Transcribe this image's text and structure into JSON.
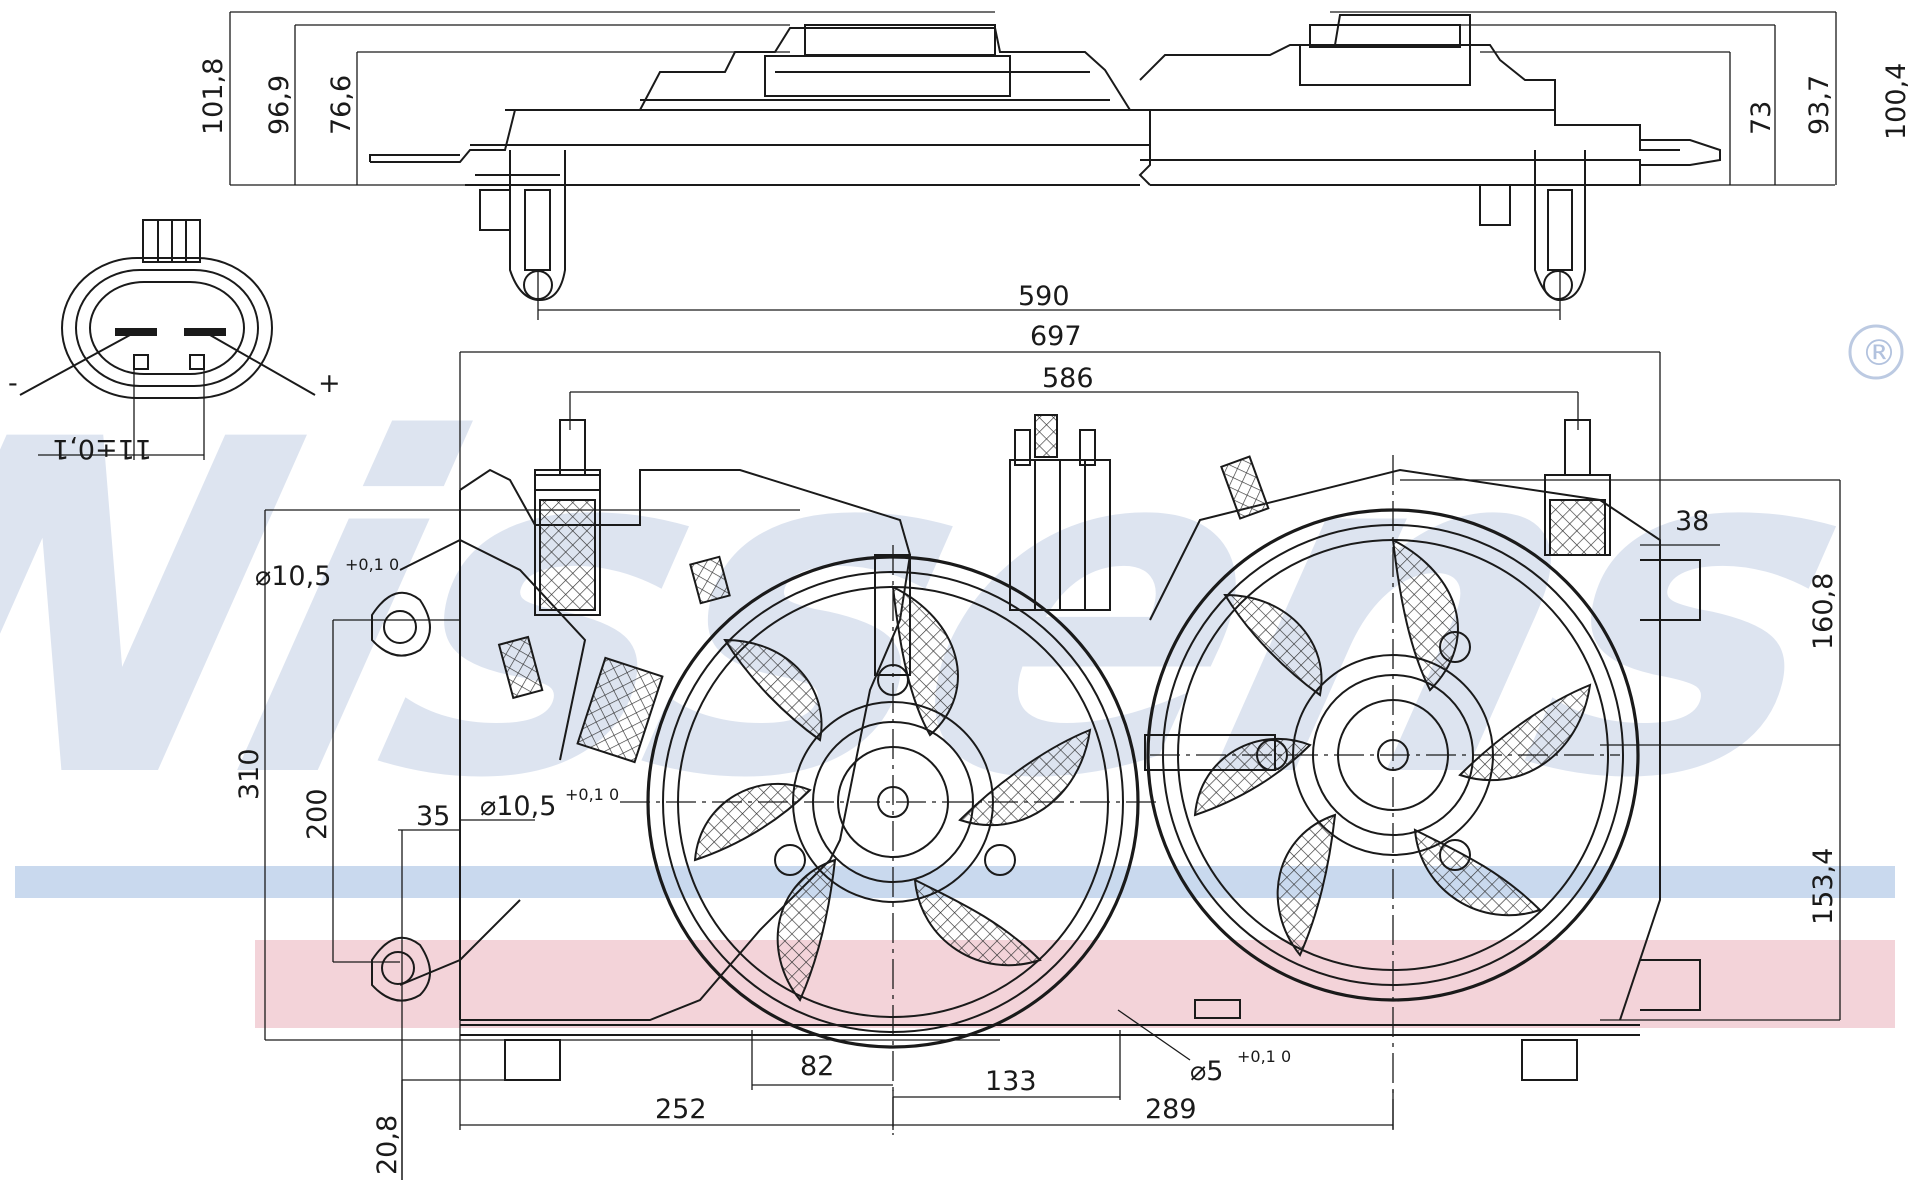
{
  "watermark": {
    "text": "Nissens",
    "registered_mark": "®"
  },
  "stripe_colors": {
    "blue": "#c9d9ee",
    "red": "#f3d3d9"
  },
  "top_view": {
    "dims_left": [
      "101,8",
      "96,9",
      "76,6"
    ],
    "dims_right": [
      "73",
      "93,7",
      "100,4"
    ],
    "width": "590"
  },
  "connector": {
    "polarity_minus": "-",
    "polarity_plus": "+",
    "pin_spacing": "11±0,1"
  },
  "front_view": {
    "overall_width": "697",
    "mount_spacing": "586",
    "height_total": "310",
    "height_mount": "200",
    "offset_35": "35",
    "hole_upper": {
      "prefix": "⌀10,5",
      "tol": "+0,1 0"
    },
    "hole_lower": {
      "prefix": "⌀10,5",
      "tol": "+0,1 0"
    },
    "hole_small": {
      "prefix": "⌀5",
      "tol": "+0,1 0"
    },
    "right_38": "38",
    "right_160": "160,8",
    "right_153": "153,4",
    "bottom_82": "82",
    "bottom_133": "133",
    "bottom_252": "252",
    "bottom_289": "289",
    "bottom_20": "20,8"
  }
}
